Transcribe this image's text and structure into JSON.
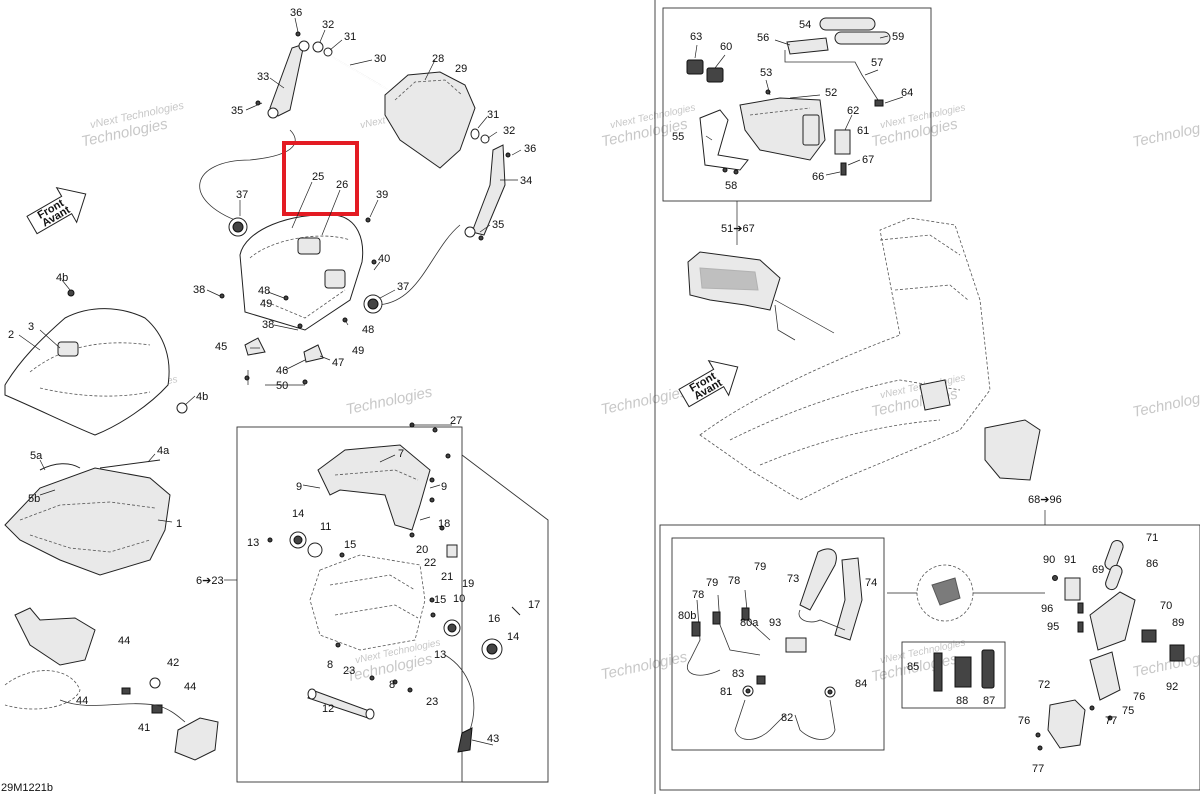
{
  "diagram": {
    "drawing_number": "29M1221b",
    "front_arrow_text": [
      "Front",
      "Avant"
    ],
    "watermark": "vNext Technologies",
    "highlight_color": "#e31b23",
    "callouts": {
      "c36a": "36",
      "c32a": "32",
      "c31a": "31",
      "c30": "30",
      "c33": "33",
      "c28": "28",
      "c29": "29",
      "c35a": "35",
      "c31b": "31",
      "c32b": "32",
      "c36b": "36",
      "c34": "34",
      "c35b": "35",
      "c25": "25",
      "c26": "26",
      "c37a": "37",
      "c39": "39",
      "c40": "40",
      "c37b": "37",
      "c38a": "38",
      "c48a": "48",
      "c49a": "49",
      "c38b": "38",
      "c48b": "48",
      "c49b": "49",
      "c45": "45",
      "c46": "46",
      "c47": "47",
      "c50": "50",
      "c4b1": "4b",
      "c2": "2",
      "c3": "3",
      "c4b2": "4b",
      "c5a": "5a",
      "c4a": "4a",
      "c5b": "5b",
      "c1": "1",
      "c44a": "44",
      "c42": "42",
      "c44b": "44",
      "c44c": "44",
      "c41": "41",
      "c27": "27",
      "c7": "7",
      "c9a": "9",
      "c9b": "9",
      "c14a": "14",
      "c11": "11",
      "c13a": "13",
      "c15a": "15",
      "c18": "18",
      "c20": "20",
      "c22": "22",
      "c21": "21",
      "c19": "19",
      "c6to23": "6➔23",
      "c15b": "15",
      "c10": "10",
      "c16": "16",
      "c17": "17",
      "c14b": "14",
      "c13b": "13",
      "c8a": "8",
      "c23a": "23",
      "c8b": "8",
      "c23b": "23",
      "c12": "12",
      "c43": "43",
      "c63": "63",
      "c60": "60",
      "c54": "54",
      "c56": "56",
      "c59": "59",
      "c57": "57",
      "c53": "53",
      "c52": "52",
      "c64": "64",
      "c55": "55",
      "c62": "62",
      "c61": "61",
      "c67": "67",
      "c58": "58",
      "c66": "66",
      "c51to67": "51➔67",
      "c68to96": "68➔96",
      "c71": "71",
      "c86": "86",
      "c90": "90",
      "c91": "91",
      "c69": "69",
      "c79a": "79",
      "c78a": "78",
      "c79b": "79",
      "c78b": "78",
      "c73": "73",
      "c74": "74",
      "c80b": "80b",
      "c80a": "80a",
      "c93": "93",
      "c96": "96",
      "c95": "95",
      "c70": "70",
      "c89": "89",
      "c85": "85",
      "c88": "88",
      "c87": "87",
      "c83": "83",
      "c81": "81",
      "c84": "84",
      "c82": "82",
      "c72": "72",
      "c76a": "76",
      "c75": "75",
      "c77a": "77",
      "c76b": "76",
      "c77b": "77",
      "c92": "92"
    }
  }
}
